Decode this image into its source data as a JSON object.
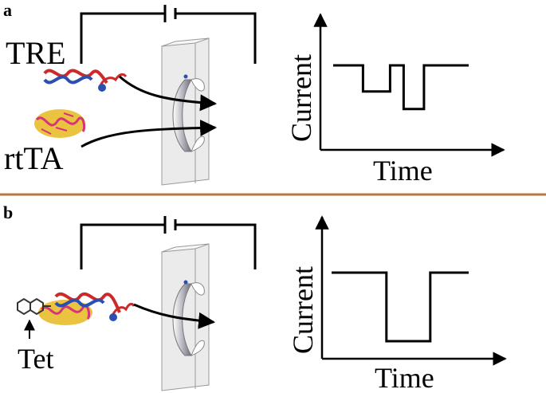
{
  "panels": [
    {
      "label": "a",
      "molecules": [
        "TRE",
        "rtTA"
      ],
      "trace": {
        "xlabel": "Time",
        "ylabel": "Current",
        "baseline": 1.0,
        "segments": [
          {
            "t": [
              0.0,
              0.22
            ],
            "level": 1.0
          },
          {
            "t": [
              0.22,
              0.42
            ],
            "level": 0.55
          },
          {
            "t": [
              0.42,
              0.52
            ],
            "level": 1.0
          },
          {
            "t": [
              0.52,
              0.67
            ],
            "level": 0.25
          },
          {
            "t": [
              0.67,
              1.0
            ],
            "level": 1.0
          }
        ]
      }
    },
    {
      "label": "b",
      "molecules": [
        "Tet"
      ],
      "trace": {
        "xlabel": "Time",
        "ylabel": "Current",
        "baseline": 1.0,
        "segments": [
          {
            "t": [
              0.0,
              0.4
            ],
            "level": 1.0
          },
          {
            "t": [
              0.4,
              0.72
            ],
            "level": 0.0
          },
          {
            "t": [
              0.72,
              1.0
            ],
            "level": 1.0
          }
        ]
      }
    }
  ],
  "colors": {
    "divider": "#b8773f",
    "dna_red": "#cc2a2a",
    "dna_blue": "#2a4fb0",
    "protein_yellow": "#e6b81e",
    "protein_pink": "#d8347a",
    "membrane_fill": "#ebebeb",
    "pore_shade": "#9a9aa8"
  }
}
